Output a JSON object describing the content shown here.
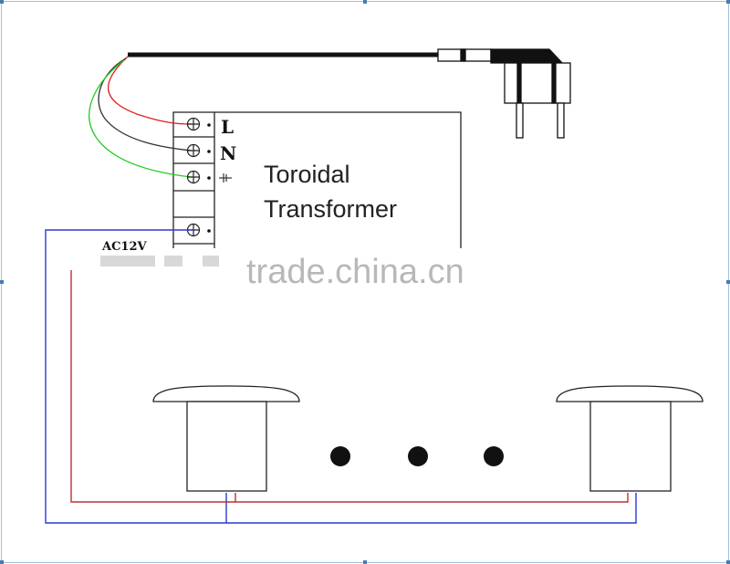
{
  "transformer": {
    "line1": "Toroidal",
    "line2": "Transformer"
  },
  "terminals": {
    "live": "L",
    "neutral": "N",
    "output": "AC12V"
  },
  "watermark": "trade.china.cn",
  "colors": {
    "live": "#e02020",
    "neutral": "#333333",
    "earth": "#22cc22",
    "output_blue": "#2a3ad0",
    "output_red": "#c03030",
    "frame": "#9cc3e6"
  }
}
